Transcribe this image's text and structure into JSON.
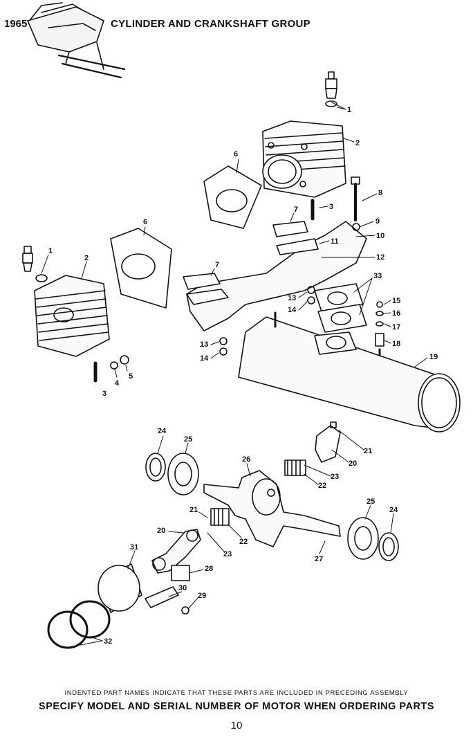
{
  "header": {
    "year": "1965",
    "title": "CYLINDER AND CRANKSHAFT GROUP"
  },
  "callouts": {
    "c1a": "1",
    "c2a": "2",
    "c8": "8",
    "c3a": "3",
    "c6a": "6",
    "c7a": "7",
    "c9": "9",
    "c10": "10",
    "c11": "11",
    "c12": "12",
    "c6b": "6",
    "c1b": "1",
    "c2b": "2",
    "c7b": "7",
    "c33": "33",
    "c13a": "13",
    "c14a": "14",
    "c15": "15",
    "c16": "16",
    "c17": "17",
    "c18": "18",
    "c13b": "13",
    "c14b": "14",
    "c19": "19",
    "c4": "4",
    "c5": "5",
    "c3b": "3",
    "c24a": "24",
    "c25a": "25",
    "c21a": "21",
    "c20a": "20",
    "c23a": "23",
    "c22a": "22",
    "c26": "26",
    "c25b": "25",
    "c24b": "24",
    "c21b": "21",
    "c22b": "22",
    "c20b": "20",
    "c23b": "23",
    "c27": "27",
    "c31": "31",
    "c28": "28",
    "c30": "30",
    "c29": "29",
    "c32": "32"
  },
  "footer": {
    "note": "INDENTED PART NAMES INDICATE THAT THESE PARTS ARE INCLUDED IN PRECEDING ASSEMBLY",
    "instruction": "SPECIFY MODEL AND SERIAL NUMBER OF MOTOR WHEN ORDERING PARTS",
    "page_number": "10"
  },
  "icons": [
    "snowmobile-icon"
  ]
}
